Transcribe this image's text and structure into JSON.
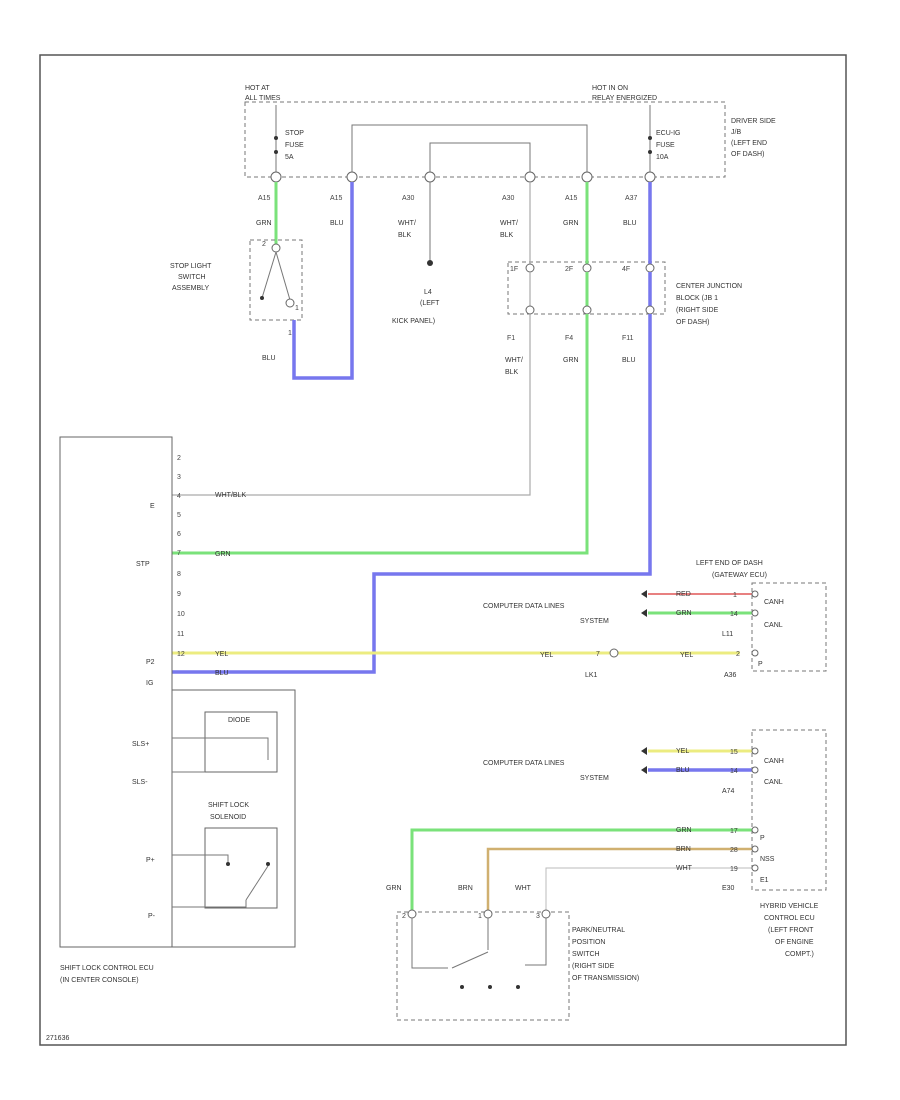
{
  "colors": {
    "grn": "#7ae27a",
    "blu": "#7777ee",
    "yel": "#ecec80",
    "red": "#e88080",
    "brn": "#d0b070",
    "wht": "#bbbbbb",
    "line": "#555555"
  },
  "power": {
    "hot_at_1": "HOT AT",
    "hot_at_2": "ALL TIMES",
    "hot_in_1": "HOT IN ON",
    "hot_in_2": "RELAY ENERGIZED",
    "stop_fuse": [
      "STOP",
      "FUSE",
      "5A"
    ],
    "ecu_fuse": [
      "ECU-IG",
      "FUSE",
      "10A"
    ],
    "jb_label": [
      "DRIVER SIDE",
      "J/B",
      "(LEFT END",
      "OF DASH)"
    ]
  },
  "top_wires": [
    {
      "pin": "A15",
      "color": "GRN"
    },
    {
      "pin": "A15",
      "color": "BLU"
    },
    {
      "pin": "A30",
      "color": [
        "WHT/",
        "BLK"
      ]
    },
    {
      "pin": "A30",
      "color": [
        "WHT/",
        "BLK"
      ]
    },
    {
      "pin": "A15",
      "color": "GRN"
    },
    {
      "pin": "A37",
      "color": "BLU"
    }
  ],
  "stop_switch": {
    "label": [
      "STOP LIGHT",
      "SWITCH",
      "ASSEMBLY"
    ],
    "pin_top": "2",
    "pin_bottom": "1",
    "pin_out": "1",
    "wire_out": "BLU"
  },
  "ground": {
    "label": [
      "L4",
      "(LEFT",
      "KICK PANEL)"
    ]
  },
  "center_jb": {
    "pins_top": [
      "1F",
      "2F",
      "4F"
    ],
    "label": [
      "CENTER JUNCTION",
      "BLOCK (JB 1",
      "(RIGHT SIDE",
      "OF DASH)"
    ],
    "pins_out": [
      "F1",
      "F4",
      "F11"
    ],
    "wires_out": [
      [
        "WHT/",
        "BLK"
      ],
      "GRN",
      "BLU"
    ]
  },
  "ecu": {
    "pins": [
      "2",
      "3",
      "4",
      "5",
      "6",
      "7",
      "8",
      "9",
      "10",
      "11",
      "12"
    ],
    "labels": {
      "e": "E",
      "stp": "STP",
      "p2": "P2",
      "ig": "IG",
      "slsp": "SLS+",
      "slsm": "SLS-",
      "pp": "P+",
      "pm": "P-"
    },
    "wire_e": "WHT/BLK",
    "wire_stp": "GRN",
    "wire_p2": "YEL",
    "wire_ig": "BLU",
    "diode": "DIODE",
    "solenoid_label": [
      "SHIFT LOCK",
      "SOLENOID"
    ],
    "label": [
      "SHIFT LOCK CONTROL ECU",
      "(IN CENTER CONSOLE)"
    ]
  },
  "gateway": {
    "label": [
      "LEFT END OF DASH",
      "(GATEWAY ECU)"
    ],
    "sys_label": [
      "COMPUTER DATA LINES",
      "SYSTEM"
    ],
    "can_h_color": "RED",
    "can_l_color": "GRN",
    "can_h_pin": "1",
    "can_l_pin": "14",
    "can_h": "CANH",
    "can_l": "CANL",
    "conn_id": "L11",
    "yel_mid": "YEL",
    "mid_conn_pin": "7",
    "mid_conn": "LK1",
    "yel_right": "YEL",
    "pin_p": "2",
    "conn_a": "A36",
    "label_p": "P"
  },
  "hv_ecu": {
    "sys_label": [
      "COMPUTER DATA LINES",
      "SYSTEM"
    ],
    "can_h_color": "YEL",
    "can_l_color": "BLU",
    "can_h_pin": "15",
    "can_l_pin": "14",
    "can_h": "CANH",
    "can_l": "CANL",
    "conn_id": "A74",
    "wires": [
      {
        "color": "GRN",
        "pin": "17",
        "sig": "P"
      },
      {
        "color": "BRN",
        "pin": "28",
        "sig": "NSS"
      },
      {
        "color": "WHT",
        "pin": "19",
        "sig": "E1"
      }
    ],
    "conn_e": "E30",
    "label": [
      "HYBRID VEHICLE",
      "CONTROL ECU",
      "(LEFT FRONT",
      "OF ENGINE",
      "COMPT.)"
    ]
  },
  "pn_switch": {
    "wire_colors": [
      "GRN",
      "BRN",
      "WHT"
    ],
    "pins": [
      "2",
      "1",
      "3"
    ],
    "label": [
      "PARK/NEUTRAL",
      "POSITION",
      "SWITCH",
      "(RIGHT SIDE",
      "OF TRANSMISSION)"
    ]
  },
  "footer": "271636"
}
